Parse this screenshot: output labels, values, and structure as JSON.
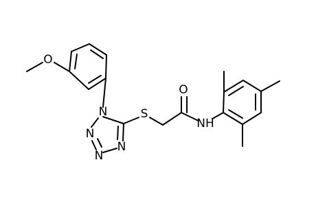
{
  "molecule": {
    "atoms": {
      "methoxy_O": "O",
      "tetrazole_N1": "N",
      "tetrazole_N2": "N",
      "tetrazole_N3": "N",
      "tetrazole_N4": "N",
      "thio_S": "S",
      "carbonyl_O": "O",
      "amide_NH": "NH"
    }
  }
}
